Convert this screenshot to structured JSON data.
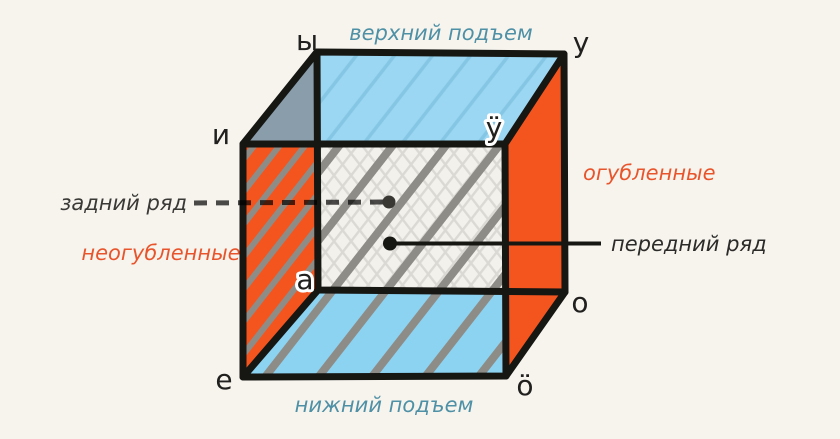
{
  "diagram": {
    "face_labels": {
      "top": "верхний подъем",
      "bottom": "нижний подъем",
      "left": "неогубленные",
      "right": "огубленные"
    },
    "row_labels": {
      "back": "задний ряд",
      "front": "передний ряд"
    },
    "vertex_letters": {
      "back_top_left": "ы",
      "back_top_right": "у",
      "front_top_left": "и",
      "front_top_right": "ӱ",
      "back_bottom_left": "а",
      "back_bottom_right": "о",
      "front_bottom_left": "е",
      "front_bottom_right": "ӧ"
    },
    "colors": {
      "background": "#f7f4ee",
      "rounded_faces": "#f4551f",
      "top_face": "#9bd7f2",
      "bottom_face": "#8cd3f2",
      "back_face": "#f3f1ec",
      "overlap_triangle": "#8a9dab",
      "outline": "#161613",
      "hatch_gray": "#8e8c87",
      "hatch_blue": "#84c6e3",
      "crosshatch_light": "#dbd9d3",
      "height_label_text": "#4e90a5",
      "rounding_label_text": "#e8552c",
      "back_row_text": "#3a3936",
      "front_row_text": "#2c2b29",
      "letter_text": "#21201e"
    }
  }
}
